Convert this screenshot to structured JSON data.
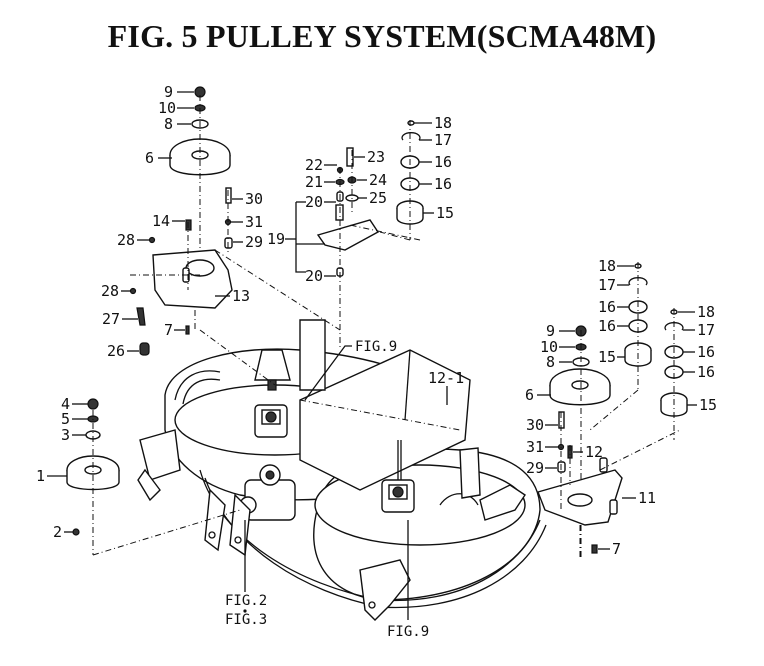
{
  "title": "FIG.  5  PULLEY SYSTEM(SCMA48M)",
  "callouts": {
    "c1": "1",
    "c2": "2",
    "c3": "3",
    "c4": "4",
    "c5": "5",
    "c6a": "6",
    "c6b": "6",
    "c7a": "7",
    "c7b": "7",
    "c8a": "8",
    "c8b": "8",
    "c9a": "9",
    "c9b": "9",
    "c10a": "10",
    "c10b": "10",
    "c11": "11",
    "c12": "12",
    "c12_1": "12-1",
    "c13": "13",
    "c14": "14",
    "c15a": "15",
    "c15b": "15",
    "c15c": "15",
    "c16a": "16",
    "c16b": "16",
    "c16c": "16",
    "c16d": "16",
    "c16e": "16",
    "c16f": "16",
    "c17a": "17",
    "c17b": "17",
    "c17c": "17",
    "c18a": "18",
    "c18b": "18",
    "c18c": "18",
    "c19": "19",
    "c20a": "20",
    "c20b": "20",
    "c21": "21",
    "c22": "22",
    "c23": "23",
    "c24": "24",
    "c25": "25",
    "c26": "26",
    "c27": "27",
    "c28a": "28",
    "c28b": "28",
    "c29a": "29",
    "c29b": "29",
    "c30a": "30",
    "c30b": "30",
    "c31a": "31",
    "c31b": "31"
  },
  "figure_refs": {
    "fig9_top": "FIG.9",
    "fig9_bottom": "FIG.9",
    "fig2": "FIG.2",
    "fig3": "FIG.3"
  }
}
